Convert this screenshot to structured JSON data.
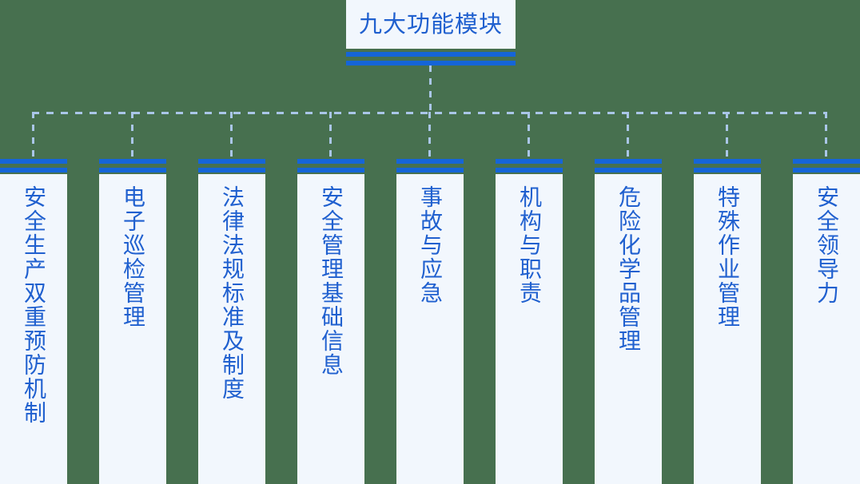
{
  "diagram": {
    "type": "org-tree",
    "root": {
      "label": "九大功能模块"
    },
    "colors": {
      "background": "#47704f",
      "panel": "#f2f7fd",
      "accent_bar": "#1565d8",
      "text": "#2060cf",
      "connector": "#aac6e8"
    },
    "nodes": [
      {
        "label": "安全生产双重预防机制"
      },
      {
        "label": "电子巡检管理"
      },
      {
        "label": "法律法规标准及制度"
      },
      {
        "label": "安全管理基础信息"
      },
      {
        "label": "事故与应急"
      },
      {
        "label": "机构与职责"
      },
      {
        "label": "危险化学品管理"
      },
      {
        "label": "特殊作业管理"
      },
      {
        "label": "安全领导力"
      }
    ]
  }
}
